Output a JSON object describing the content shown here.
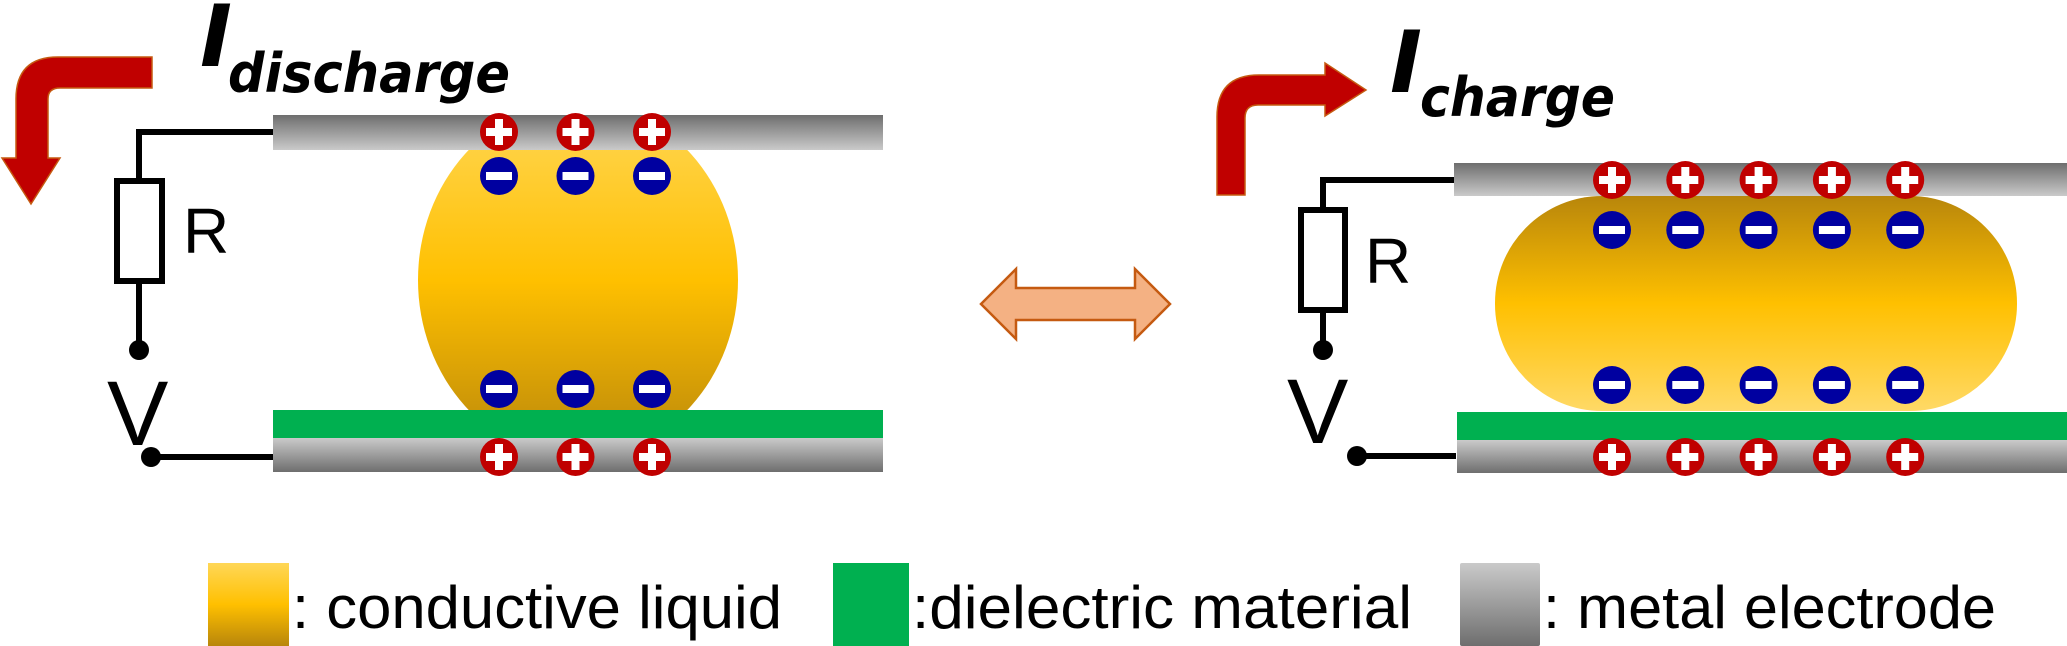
{
  "figure": {
    "panels": [
      {
        "id": "discharge",
        "current_symbol": "I",
        "current_subscript": "discharge",
        "resistor_label": "R",
        "voltage_label": "V",
        "top_electrode_charges": [
          "+",
          "+",
          "+"
        ],
        "droplet_top_charges": [
          "-",
          "-",
          "-"
        ],
        "droplet_bottom_charges": [
          "-",
          "-",
          "-"
        ],
        "bottom_electrode_charges": [
          "+",
          "+",
          "+"
        ],
        "droplet_shape": "sphere"
      },
      {
        "id": "charge",
        "current_symbol": "I",
        "current_subscript": "charge",
        "resistor_label": "R",
        "voltage_label": "V",
        "top_electrode_charges": [
          "+",
          "+",
          "+",
          "+",
          "+"
        ],
        "droplet_top_charges": [
          "-",
          "-",
          "-",
          "-",
          "-"
        ],
        "droplet_bottom_charges": [
          "-",
          "-",
          "-",
          "-",
          "-"
        ],
        "bottom_electrode_charges": [
          "+",
          "+",
          "+",
          "+",
          "+"
        ],
        "droplet_shape": "flattened"
      }
    ],
    "transition_icon": "double-arrow-icon",
    "legend": [
      {
        "swatch": "conductive-liquid",
        "label": ": conductive liquid"
      },
      {
        "swatch": "dielectric-material",
        "label": ":dielectric material"
      },
      {
        "swatch": "metal-electrode",
        "label": ": metal electrode"
      }
    ],
    "colors": {
      "current_arrow": "#C00000",
      "current_arrow_edge": "#C55A11",
      "double_arrow_fill": "#F4B183",
      "double_arrow_edge": "#C55A11",
      "dielectric": "#00B050",
      "liquid_light": "#FFD966",
      "liquid_mid": "#FFC000",
      "liquid_dark": "#B8860B",
      "electrode_dark": "#6E6E6E",
      "electrode_light": "#C8C8C8",
      "positive_charge": "#C00000",
      "negative_charge": "#0000A0"
    }
  }
}
